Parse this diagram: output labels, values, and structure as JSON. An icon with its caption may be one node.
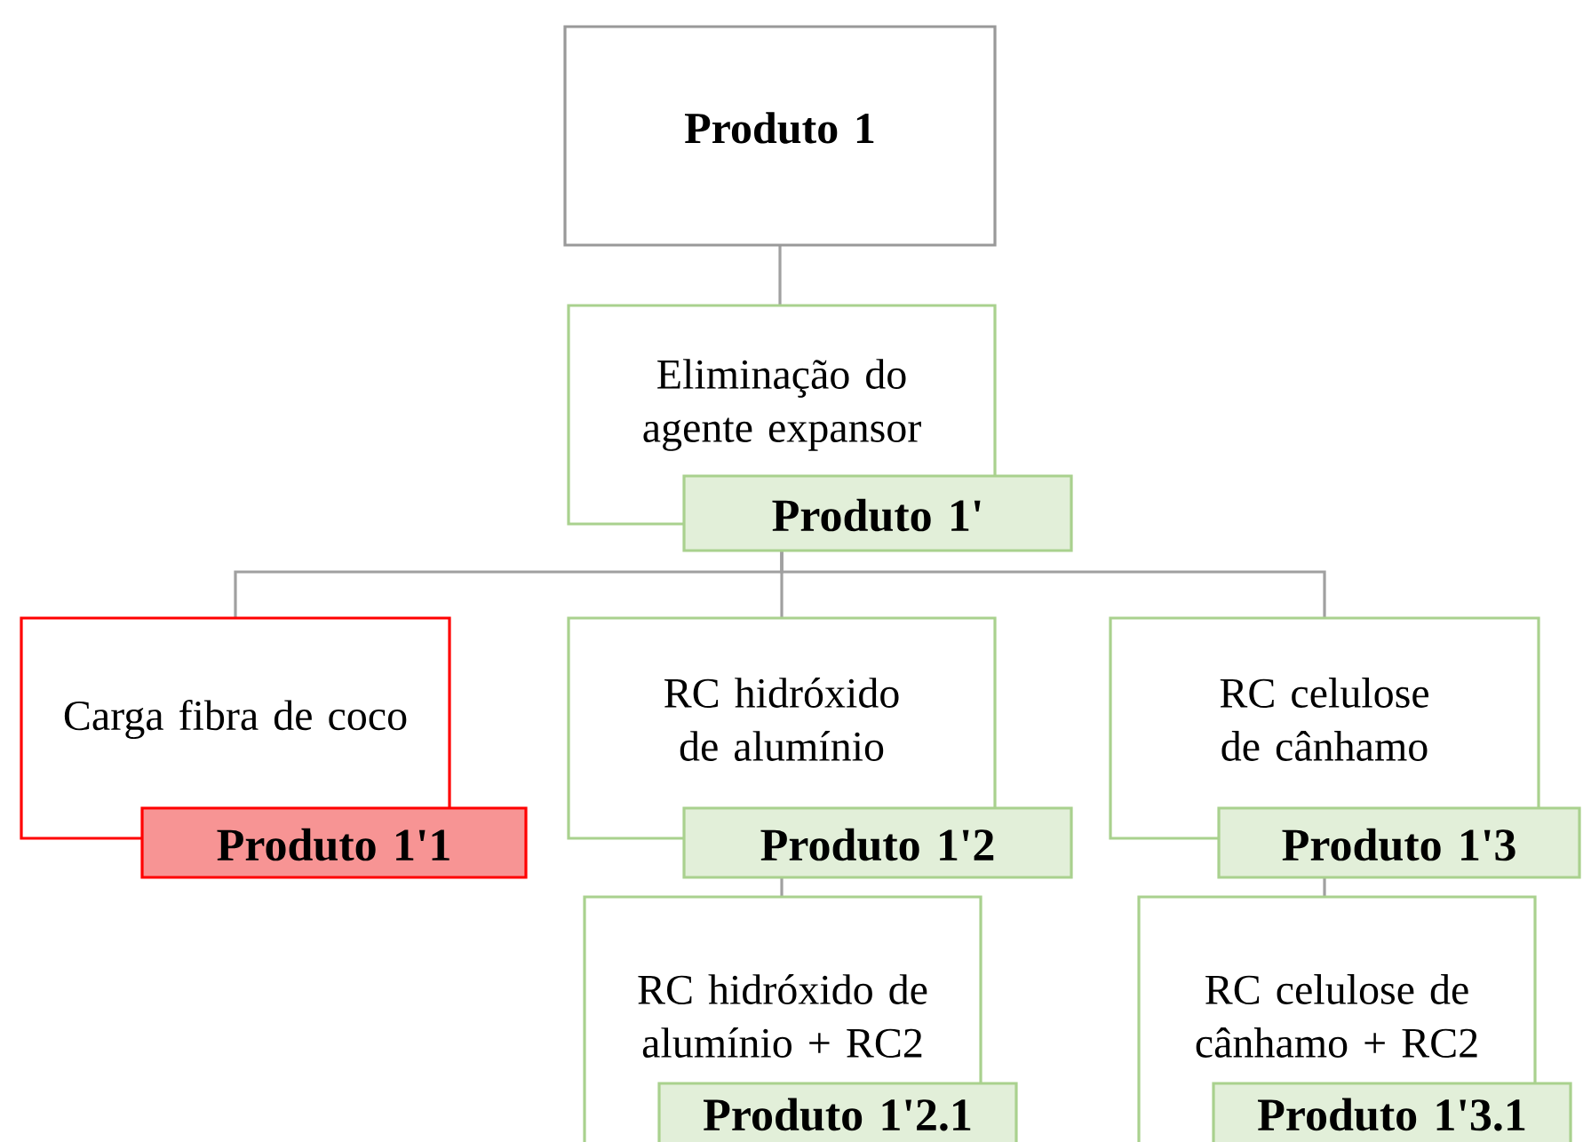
{
  "diagram": {
    "nodes": [
      {
        "text": [
          "Produto 1"
        ]
      },
      {
        "text": [
          "Eliminação do agente expansor"
        ]
      },
      {
        "text": [
          "Produto 1'"
        ]
      },
      {
        "text": [
          "Carga fibra de coco"
        ]
      },
      {
        "text": [
          "Produto 1'1"
        ]
      },
      {
        "text": [
          "RC hidróxido de alumínio"
        ]
      },
      {
        "text": [
          "Produto 1'2"
        ]
      },
      {
        "text": [
          "RC celulose de cânhamo"
        ]
      },
      {
        "text": [
          "Produto 1'3"
        ]
      },
      {
        "text": [
          "RC hidróxido de alumínio + RC2"
        ]
      },
      {
        "text": [
          "Produto 1'2.1"
        ]
      },
      {
        "text": [
          "RC celulose de cânhamo + RC2"
        ]
      },
      {
        "text": [
          "Produto 1'3.1"
        ]
      }
    ],
    "edges": [
      {
        "from": 0,
        "to": 1,
        "arrow": "none"
      },
      {
        "from": 2,
        "to": 3,
        "arrow": "none"
      },
      {
        "from": 2,
        "to": 5,
        "arrow": "none"
      },
      {
        "from": 2,
        "to": 7,
        "arrow": "none"
      },
      {
        "from": 6,
        "to": 9,
        "arrow": "none"
      },
      {
        "from": 8,
        "to": 11,
        "arrow": "none"
      }
    ]
  }
}
